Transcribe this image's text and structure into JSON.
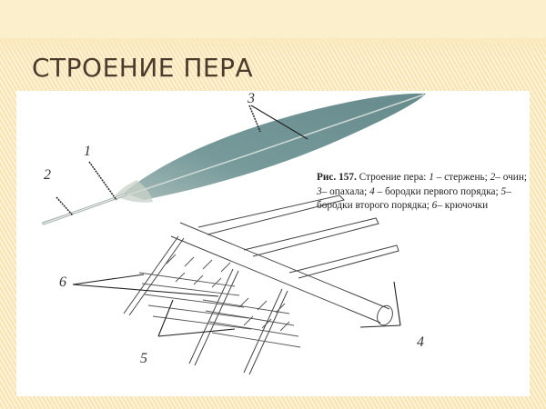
{
  "slide": {
    "title": "СТРОЕНИЕ ПЕРА",
    "background_color": "#fbeac0",
    "title_color": "#4a3b2c"
  },
  "figure": {
    "caption": {
      "fig_label": "Рис. 157.",
      "text_intro": " Строение пера: ",
      "items": [
        {
          "num": "1",
          "text": " – стержень; "
        },
        {
          "num": "2",
          "text": "– очин; "
        },
        {
          "num": "3",
          "text": "– опахала; "
        },
        {
          "num": "4",
          "text": " – бородки первого порядка; "
        },
        {
          "num": "5",
          "text": "– бородки второго порядка; "
        },
        {
          "num": "6",
          "text": "– крючочки"
        }
      ]
    },
    "labels": {
      "shaft": "1",
      "calamus": "2",
      "vane": "3",
      "barbs_first_order": "4",
      "barbs_second_order": "5",
      "hooklets": "6"
    },
    "feather_color": "#6f9193"
  }
}
